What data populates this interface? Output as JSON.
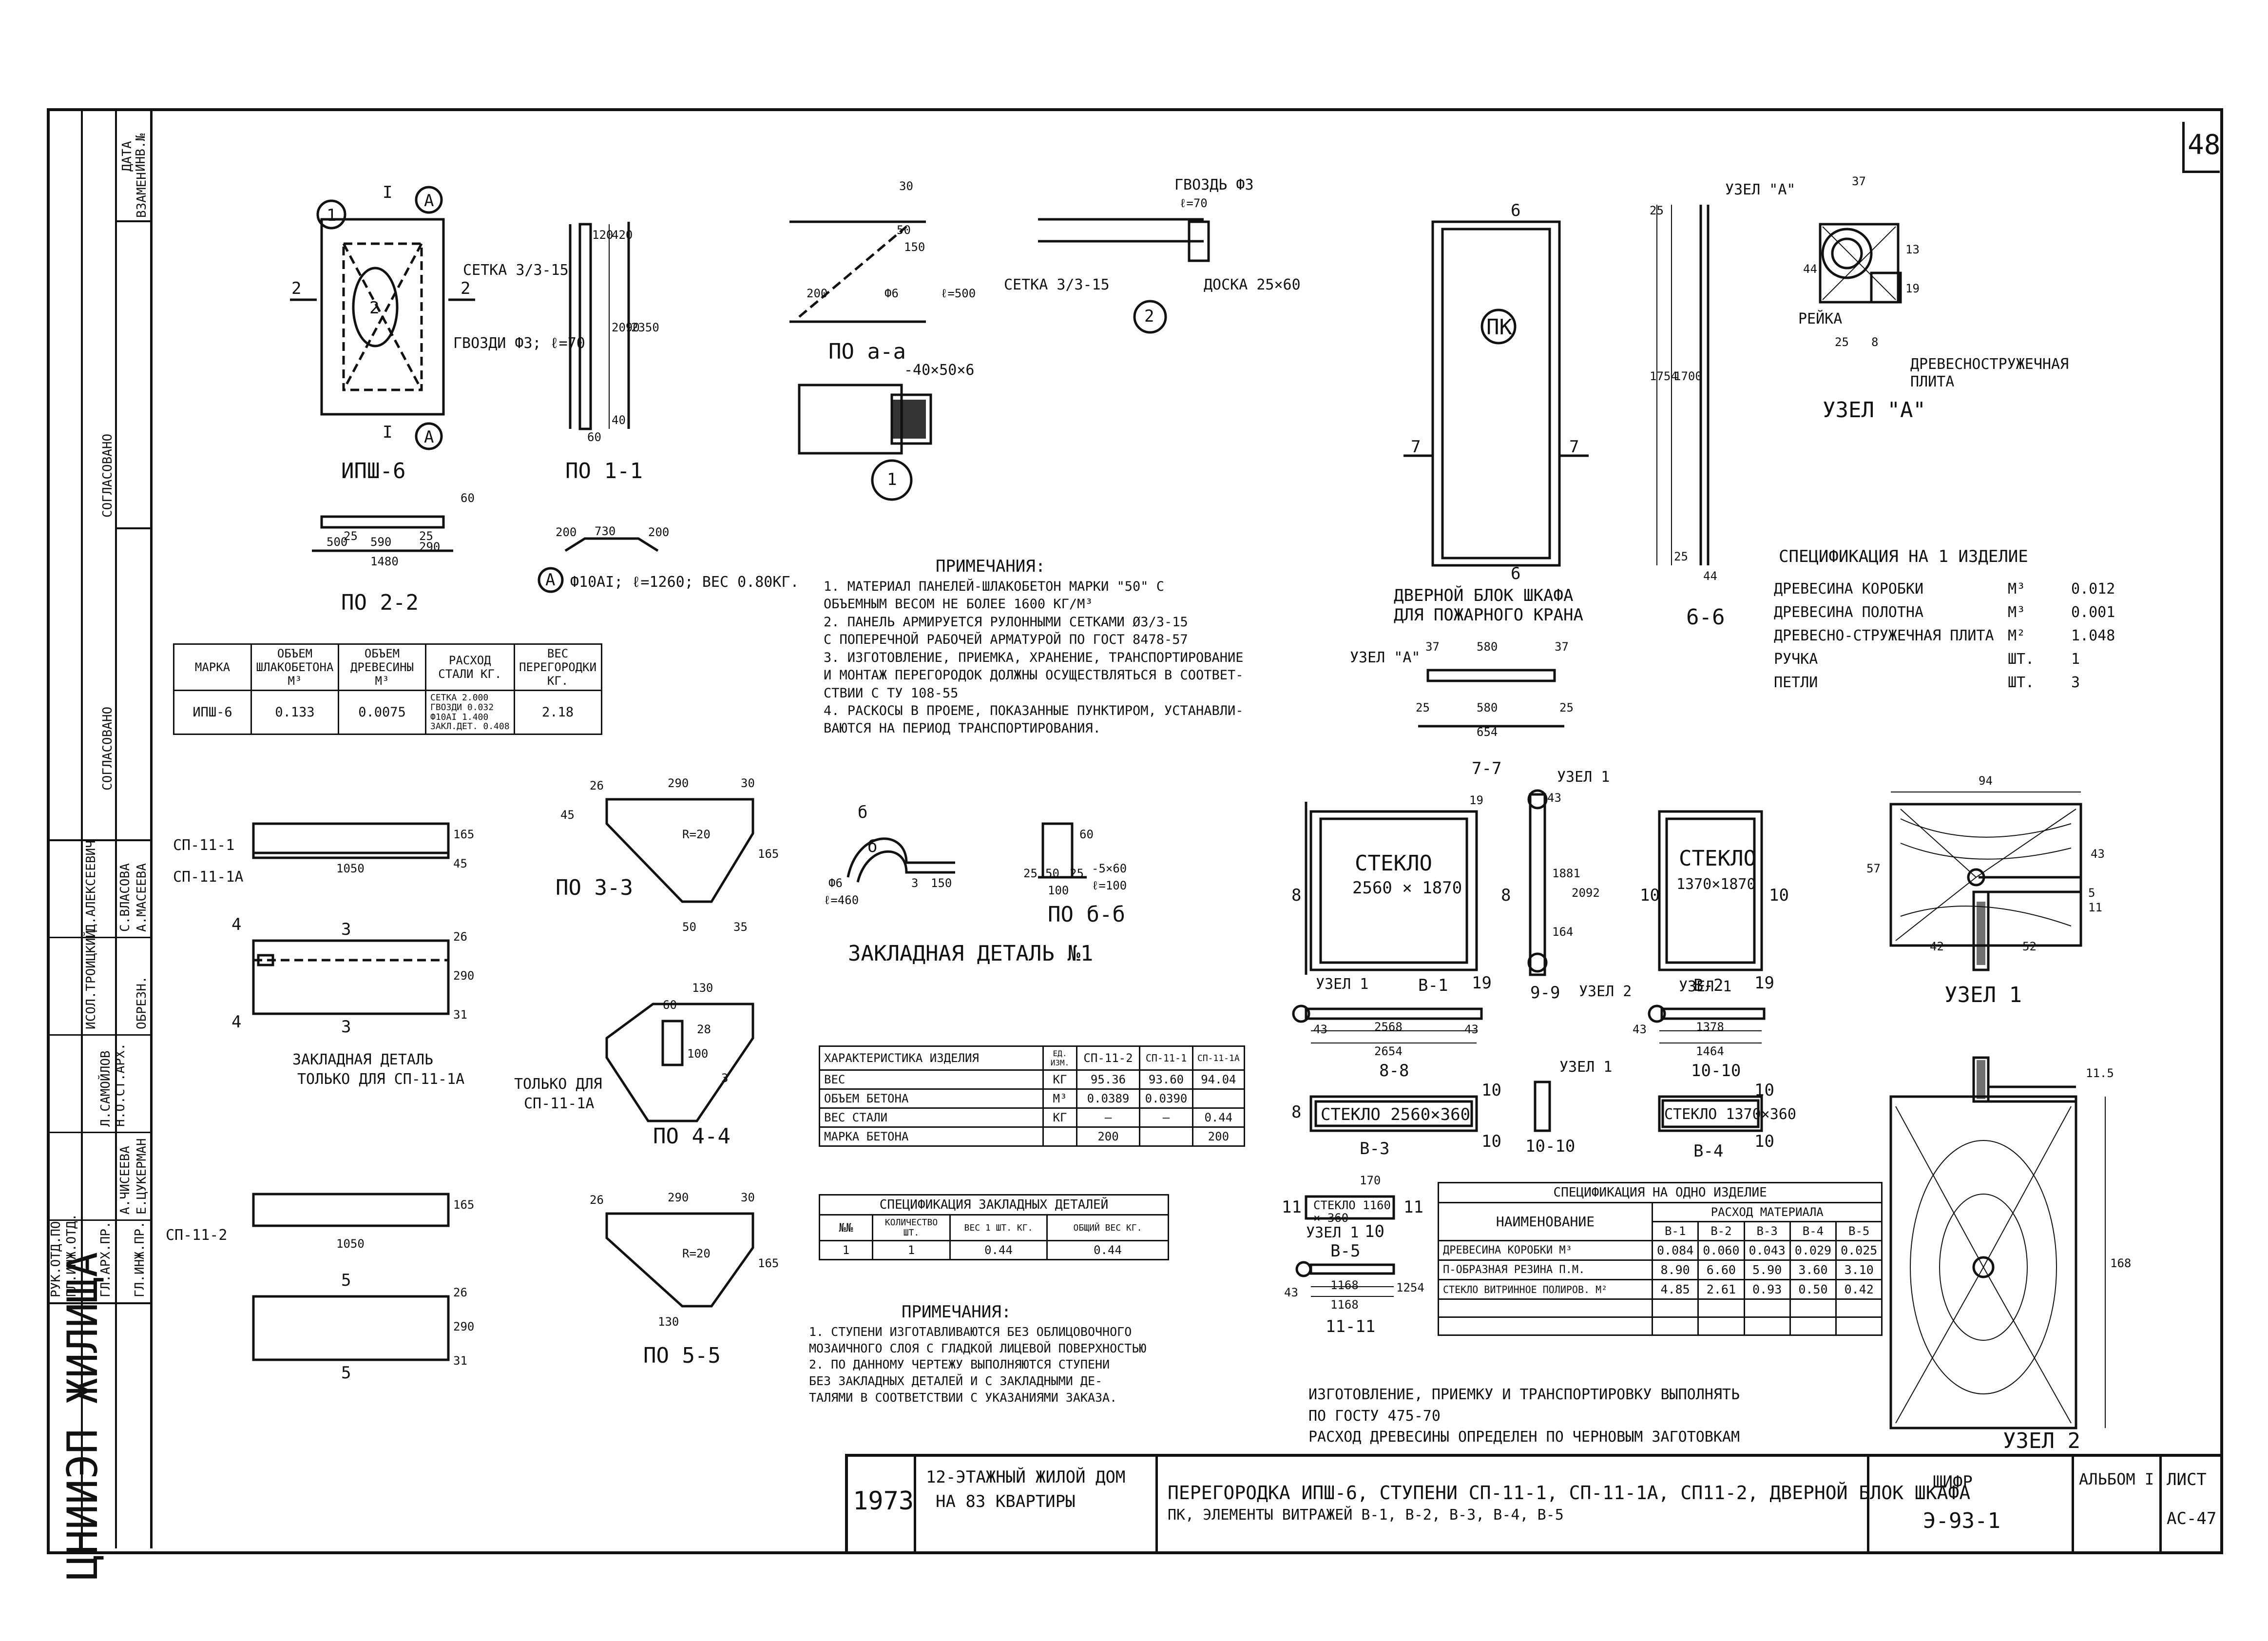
{
  "sheet": {
    "number": "48",
    "org": "ЦНИИЭП ЖИЛИЩА",
    "year": "1973",
    "project": [
      "12-ЭТАЖНЫЙ ЖИЛОЙ ДОМ",
      "НА 83 КВАРТИРЫ"
    ],
    "title": [
      "ПЕРЕГОРОДКА ИПШ-6, СТУПЕНИ СП-11-1, СП-11-1А, СП11-2, ДВЕРНОЙ БЛОК ШКАФА",
      "ПК, ЭЛЕМЕНТЫ ВИТРАЖЕЙ В-1, В-2, В-3, В-4, В-5"
    ],
    "cipher_label": "ШИФР",
    "cipher": "Э-93-1",
    "album": "АЛЬБОМ I",
    "list_label": "ЛИСТ",
    "list": "АС-47"
  },
  "stamp": {
    "cols": [
      "ДАТА",
      "ИНВ.№",
      "ВЗАМЕН"
    ],
    "sogl1": "СОГЛАСОВАНО",
    "sogl2": "СОГЛАСОВАНО",
    "roles": [
      "РУК.ОТД.ПО",
      "ГЛ.ИНЖ.ОТД.",
      "ГЛ.АРХ.ПР.",
      "ГЛ.ИНЖ.ПР."
    ],
    "names": [
      "Д.АЛЕКСЕЕВИЧ",
      "С.ВЛАСОВА",
      "ИСОЛ.ТРОИЦКИЙ",
      "Л.САМОЙЛОВ",
      "Н.О.СТ.АРХ.",
      "А.ЧИСЕЕВА",
      "ОБРЕЗН.",
      "Е.ЦУКЕРМАН",
      "А.МАСЕЕВА"
    ]
  },
  "ipsh": {
    "caption": "ИПШ-6",
    "callout_a": "А",
    "section_1": "1",
    "section_2": "2",
    "mark_I": "I",
    "mesh": "СЕТКА 3/3-15",
    "nail": "ГВОЗДИ Ф3; ℓ=70",
    "dims": [
      "120",
      "420",
      "2090",
      "2350",
      "40",
      "60"
    ],
    "po11": "ПО 1-1",
    "po22": "ПО 2-2",
    "po22_dims": [
      "25",
      "590",
      "25",
      "500",
      "290",
      "1480",
      "60"
    ],
    "rod_label": "Ф10АI; ℓ=1260; ВЕС 0.80КГ.",
    "rod_dims": [
      "200",
      "730",
      "200"
    ]
  },
  "paa": {
    "caption": "ПО а-а",
    "dims": [
      "30",
      "50",
      "150",
      "200",
      "Ф6",
      "ℓ=500"
    ],
    "nail": "ГВОЗДЬ Ф3",
    "nail_len": "ℓ=70",
    "mesh": "СЕТКА 3/3-15",
    "board": "ДОСКА 25×60",
    "plate": "-40×50×6",
    "node1": "1",
    "node2": "2"
  },
  "notes1": {
    "title": "ПРИМЕЧАНИЯ:",
    "lines": [
      "1. МАТЕРИАЛ ПАНЕЛЕЙ-ШЛАКОБЕТОН МАРКИ \"50\" С",
      "   ОБЪЕМНЫМ ВЕСОМ НЕ БОЛЕЕ 1600 КГ/М³",
      "2. ПАНЕЛЬ АРМИРУЕТСЯ РУЛОННЫМИ СЕТКАМИ Ø3/3-15",
      "   С ПОПЕРЕЧНОЙ РАБОЧЕЙ АРМАТУРОЙ ПО ГОСТ 8478-57",
      "3. ИЗГОТОВЛЕНИЕ, ПРИЕМКА, ХРАНЕНИЕ, ТРАНСПОРТИРОВАНИЕ",
      "   И МОНТАЖ ПЕРЕГОРОДОК ДОЛЖНЫ ОСУЩЕСТВЛЯТЬСЯ В СООТВЕТ-",
      "   СТВИИ С ТУ 108-55",
      "4. РАСКОСЫ В ПРОЕМЕ, ПОКАЗАННЫЕ ПУНКТИРОМ, УСТАНАВЛИ-",
      "   ВАЮТСЯ НА ПЕРИОД ТРАНСПОРТИРОВАНИЯ."
    ]
  },
  "door": {
    "label": "ПК",
    "caption1": "ДВЕРНОЙ БЛОК ШКАФА",
    "caption2": "ДЛЯ ПОЖАРНОГО КРАНА",
    "sec6": "6",
    "sec7": "7",
    "dims": [
      "25",
      "1754",
      "1700",
      "25"
    ],
    "s66": "6-6",
    "s66_dim": "44",
    "node_ref": "УЗЕЛ \"А\"",
    "plan_dims": [
      "37",
      "580",
      "37",
      "25",
      "580",
      "25",
      "654"
    ]
  },
  "nodeA": {
    "caption": "УЗЕЛ \"А\"",
    "ref": "УЗЕЛ \"А\"",
    "reyka": "РЕЙКА",
    "plate": "ДРЕВЕСНОСТРУЖЕЧНАЯ ПЛИТА",
    "dims": [
      "37",
      "44",
      "13",
      "19",
      "25",
      "8"
    ]
  },
  "spec1": {
    "title": "СПЕЦИФИКАЦИЯ НА 1 ИЗДЕЛИЕ",
    "rows": [
      {
        "name": "ДРЕВЕСИНА КОРОБКИ",
        "unit": "М³",
        "val": "0.012"
      },
      {
        "name": "ДРЕВЕСИНА ПОЛОТНА",
        "unit": "М³",
        "val": "0.001"
      },
      {
        "name": "ДРЕВЕСНО-СТРУЖЕЧНАЯ ПЛИТА",
        "unit": "М²",
        "val": "1.048"
      },
      {
        "name": "РУЧКА",
        "unit": "ШТ.",
        "val": "1"
      },
      {
        "name": "ПЕТЛИ",
        "unit": "ШТ.",
        "val": "3"
      }
    ]
  },
  "table1": {
    "headers": [
      "МАРКА",
      "ОБЪЕМ ШЛАКОБЕТОНА М³",
      "ОБЪЕМ ДРЕВЕСИНЫ М³",
      "РАСХОД СТАЛИ КГ.",
      "ВЕС ПЕРЕГОРОДКИ КГ."
    ],
    "row": [
      "ИПШ-6",
      "0.133",
      "0.0075",
      "",
      "2.18"
    ],
    "steel": [
      "СЕТКА 2.000",
      "ГВОЗДИ 0.032",
      "Ф10АI 1.400",
      "ЗАКЛ.ДЕТ. 0.408"
    ]
  },
  "steps": {
    "sp111": "СП-11-1",
    "sp111a": "СП-11-1А",
    "sp112": "СП-11-2",
    "len": "1050",
    "h": [
      "165",
      "45",
      "26",
      "290",
      "31"
    ],
    "sec3": "3",
    "sec4": "4",
    "sec5": "5",
    "embed_note1": "ЗАКЛАДНАЯ ДЕТАЛЬ",
    "embed_note2": "ТОЛЬКО ДЛЯ СП-11-1А"
  },
  "sections": {
    "po33": "ПО 3-3",
    "po44": "ПО 4-4",
    "po55": "ПО 5-5",
    "dims33": [
      "26",
      "290",
      "30",
      "45",
      "R=20",
      "165",
      "50",
      "35"
    ],
    "dims44": [
      "130",
      "60",
      "28",
      "100",
      "3"
    ],
    "dims55": [
      "26",
      "290",
      "30",
      "R=20",
      "165",
      "130"
    ],
    "only_for1": "ТОЛЬКО ДЛЯ",
    "only_for2": "СП-11-1А"
  },
  "embed": {
    "caption": "ЗАКЛАДНАЯ ДЕТАЛЬ №1",
    "sec": "б",
    "po_bb": "ПО б-б",
    "dims": [
      "Ф6",
      "ℓ=460",
      "3",
      "150",
      "25",
      "50",
      "25",
      "100",
      "-5×60",
      "ℓ=100",
      "60"
    ]
  },
  "char_table": {
    "headers": [
      "ХАРАКТЕРИСТИКА ИЗДЕЛИЯ",
      "ЕД. ИЗМ.",
      "СП-11-2",
      "СП-11-1",
      "СП-11-1А"
    ],
    "rows": [
      [
        "ВЕС",
        "КГ",
        "95.36",
        "93.60",
        "94.04"
      ],
      [
        "ОБЪЕМ БЕТОНА",
        "М³",
        "0.0389",
        "0.0390",
        ""
      ],
      [
        "ВЕС СТАЛИ",
        "КГ",
        "—",
        "—",
        "0.44"
      ],
      [
        "МАРКА БЕТОНА",
        "",
        "200",
        "",
        "200"
      ]
    ]
  },
  "embed_spec": {
    "title": "СПЕЦИФИКАЦИЯ ЗАКЛАДНЫХ ДЕТАЛЕЙ",
    "headers": [
      "№№",
      "КОЛИЧЕСТВО ШТ.",
      "ВЕС 1 ШТ. КГ.",
      "ОБЩИЙ ВЕС КГ."
    ],
    "row": [
      "1",
      "1",
      "0.44",
      "0.44"
    ]
  },
  "notes2": {
    "title": "ПРИМЕЧАНИЯ:",
    "lines": [
      "1. СТУПЕНИ ИЗГОТАВЛИВАЮТСЯ БЕЗ ОБЛИЦОВОЧНОГО",
      "   МОЗАИЧНОГО СЛОЯ С ГЛАДКОЙ ЛИЦЕВОЙ ПОВЕРХНОСТЬЮ",
      "2. ПО ДАННОМУ ЧЕРТЕЖУ ВЫПОЛНЯЮТСЯ СТУПЕНИ",
      "   БЕЗ ЗАКЛАДНЫХ ДЕТАЛЕЙ И С ЗАКЛАДНЫМИ ДЕ-",
      "   ТАЛЯМИ В СООТВЕТСТВИИ С УКАЗАНИЯМИ ЗАКАЗА."
    ]
  },
  "vitrage": {
    "s77": "7-7",
    "b1_glass": "СТЕКЛО",
    "b1_size": "2560 × 1870",
    "b2_glass": "СТЕКЛО",
    "b2_size": "1370×1870",
    "b1": "В-1",
    "b2": "В-2",
    "b3": "В-3",
    "b4": "В-4",
    "b5": "В-5",
    "s88": "8-8",
    "s99": "9-9",
    "s1010": "10-10",
    "s1010b": "10-10",
    "s1111": "11-11",
    "b3_glass": "СТЕКЛО 2560×360",
    "b4_glass": "СТЕКЛО 1370×360",
    "b5_glass": "СТЕКЛО 1160 × 360",
    "node1": "УЗЕЛ 1",
    "node2": "УЗЕЛ 2",
    "dims": [
      "19",
      "43",
      "1881",
      "2092",
      "164",
      "43",
      "2568",
      "43",
      "2654",
      "43",
      "1378",
      "1464",
      "43",
      "1168",
      "1254",
      "170"
    ],
    "secs": [
      "8",
      "9",
      "10",
      "11"
    ]
  },
  "vit_spec": {
    "title": "СПЕЦИФИКАЦИЯ НА ОДНО ИЗДЕЛИЕ",
    "col_name": "НАИМЕНОВАНИЕ",
    "col_group": "РАСХОД МАТЕРИАЛА",
    "cols": [
      "В-1",
      "В-2",
      "В-3",
      "В-4",
      "В-5"
    ],
    "rows": [
      {
        "name": "ДРЕВЕСИНА КОРОБКИ М³",
        "vals": [
          "0.084",
          "0.060",
          "0.043",
          "0.029",
          "0.025"
        ]
      },
      {
        "name": "П-ОБРАЗНАЯ РЕЗИНА П.М.",
        "vals": [
          "8.90",
          "6.60",
          "5.90",
          "3.60",
          "3.10"
        ]
      },
      {
        "name": "СТЕКЛО ВИТРИННОЕ ПОЛИРОВ. М²",
        "vals": [
          "4.85",
          "2.61",
          "0.93",
          "0.50",
          "0.42"
        ]
      }
    ]
  },
  "bottom_notes": [
    "ИЗГОТОВЛЕНИЕ, ПРИЕМКУ И ТРАНСПОРТИРОВКУ ВЫПОЛНЯТЬ",
    "ПО ГОСТУ 475-70",
    "РАСХОД ДРЕВЕСИНЫ ОПРЕДЕЛЕН ПО ЧЕРНОВЫМ ЗАГОТОВКАМ"
  ],
  "node1_det": {
    "caption": "УЗЕЛ 1",
    "dims": [
      "94",
      "57",
      "43",
      "42",
      "52",
      "5",
      "11"
    ]
  },
  "node2_det": {
    "caption": "УЗЕЛ 2",
    "dims": [
      "11.5",
      "168"
    ]
  }
}
